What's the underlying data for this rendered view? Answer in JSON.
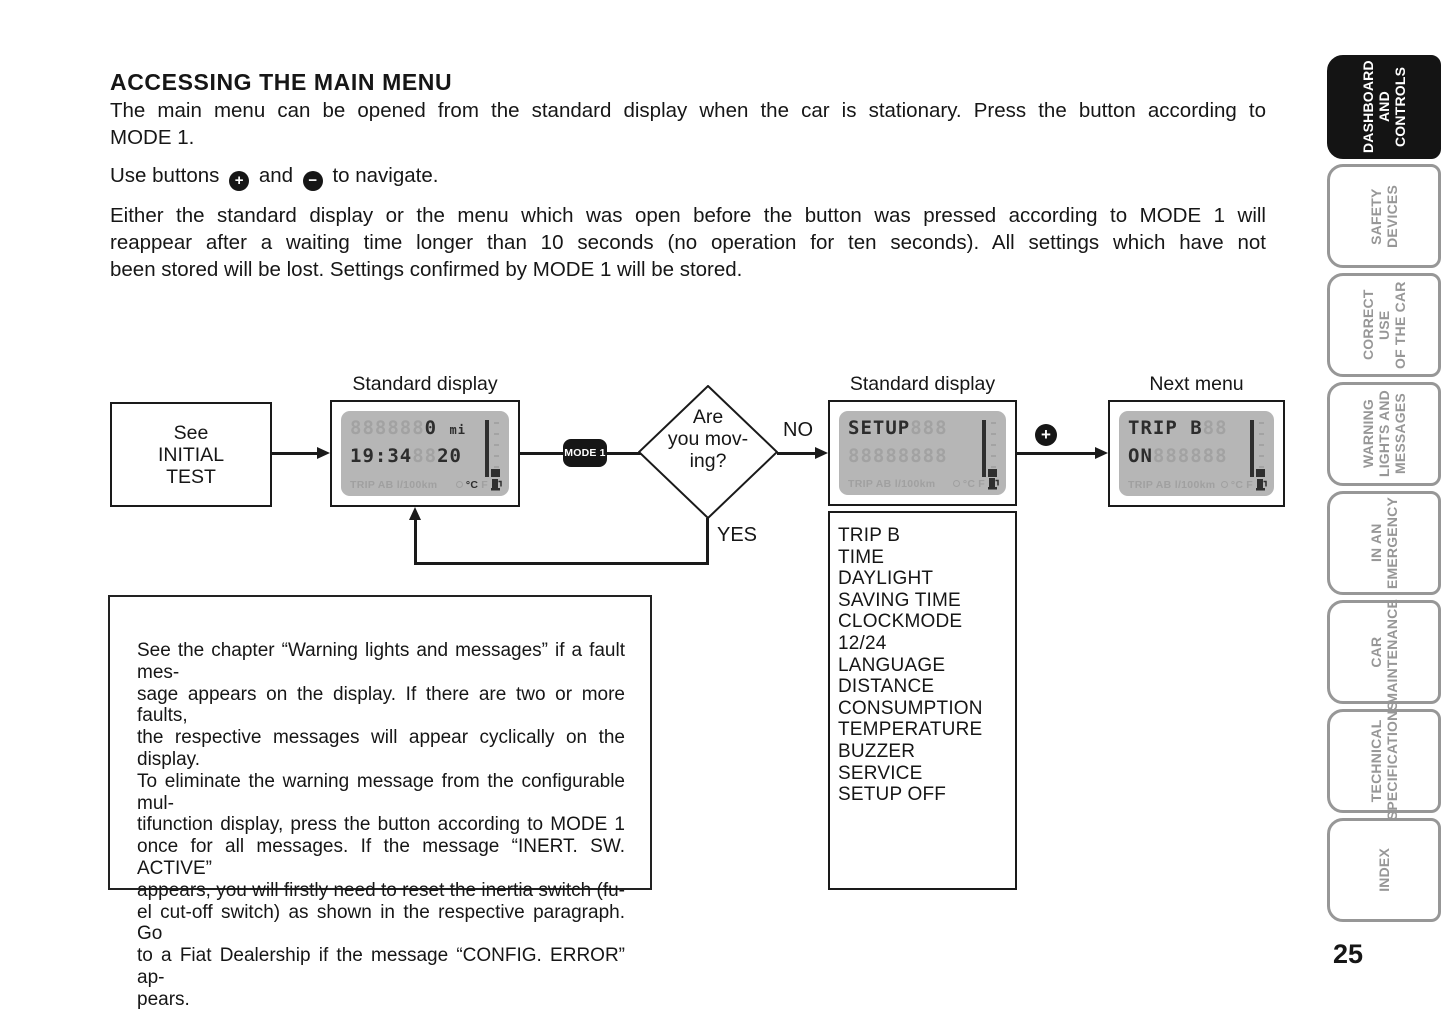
{
  "page": {
    "number": "25"
  },
  "header": {
    "title": "ACCESSING THE MAIN MENU"
  },
  "intro": {
    "p1_lines": [
      "The main menu can be opened from the standard display when the car is stationary. Press the button according to",
      "MODE 1."
    ],
    "use_before": "Use buttons",
    "plus_icon": "+",
    "use_middle": "and",
    "minus_icon": "−",
    "use_after": "to navigate.",
    "p3_lines": [
      "Either the standard display or the menu which was open before the button was pressed according to MODE 1 will",
      "reappear after a waiting time longer than 10 seconds (no operation for ten seconds).  All settings which have not",
      "been stored will be lost. Settings confirmed by MODE 1 will be stored."
    ]
  },
  "flowchart": {
    "initial_box_lines": [
      "See",
      "INITIAL",
      "TEST"
    ],
    "display1_label": "Standard display",
    "display2_label": "Standard display",
    "display3_label": "Next menu",
    "mode_button_label": "MODE 1",
    "plus_icon": "+",
    "decision": {
      "l1": "Are",
      "l2": "you mov-",
      "l3": "ing?"
    },
    "no_label": "NO",
    "yes_label": "YES",
    "lcd1": {
      "row1_ghost": "888888",
      "row1_value": "0",
      "row1_unit": "mi",
      "row2_value": "19:34",
      "row2_ghost": "88",
      "row2_value2": "20",
      "footer_left": "TRIP AB l/100km",
      "footer_c": "°C",
      "footer_f": "F"
    },
    "lcd2": {
      "row1_value": "SETUP",
      "row1_ghost": "888",
      "row2_ghost": "88888888",
      "footer_left": "TRIP AB l/100km",
      "footer_c": "°C",
      "footer_f": "F"
    },
    "lcd3": {
      "row1_value": "TRIP B",
      "row1_ghost": "88",
      "row2_value": "ON",
      "row2_ghost": "888888",
      "footer_left": "TRIP AB l/100km",
      "footer_c": "°C",
      "footer_f": "F"
    },
    "menu_items": [
      "TRIP B",
      "TIME",
      "DAYLIGHT",
      "SAVING TIME",
      "CLOCKMODE",
      "12/24",
      "LANGUAGE",
      "DISTANCE",
      "CONSUMPTION",
      "TEMPERATURE",
      "BUZZER",
      "SERVICE",
      "SETUP OFF"
    ]
  },
  "note": {
    "lines": [
      "See the chapter “Warning lights and messages” if a fault mes-",
      "sage appears on the display. If there are two or more faults,",
      "the respective messages will appear cyclically on the display.",
      "To eliminate the warning message from the configurable mul-",
      "tifunction display, press the button according to MODE 1",
      "once for all messages. If the message “INERT. SW. ACTIVE”",
      "appears, you will firstly need to reset the inertia switch (fu-",
      "el cut-off switch) as shown in the respective paragraph. Go",
      "to a Fiat Dealership if the message “CONFIG. ERROR” ap-",
      "pears."
    ]
  },
  "sidebar": {
    "tabs": [
      {
        "label": "DASHBOARD\nAND CONTROLS",
        "active": true
      },
      {
        "label": "SAFETY\nDEVICES",
        "active": false
      },
      {
        "label": "CORRECT USE\nOF THE CAR",
        "active": false
      },
      {
        "label": "WARNING\nLIGHTS AND\nMESSAGES",
        "active": false
      },
      {
        "label": "IN AN\nEMERGENCY",
        "active": false
      },
      {
        "label": "CAR\nMAINTENANCE",
        "active": false
      },
      {
        "label": "TECHNICAL\nSPECIFICATIONS",
        "active": false
      },
      {
        "label": "INDEX",
        "active": false
      }
    ]
  }
}
